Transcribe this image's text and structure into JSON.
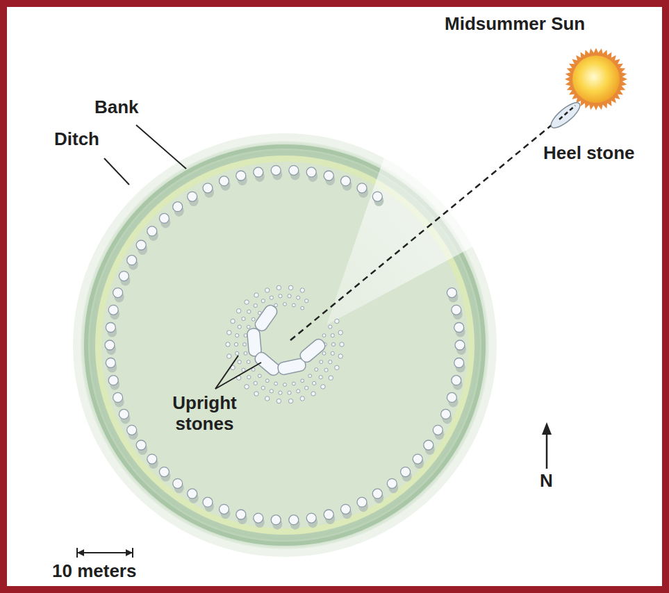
{
  "diagram": {
    "labels": [
      "Midsummer Sun",
      "Bank",
      "Ditch",
      "Heel stone",
      "Upright stones",
      "N",
      "10 meters"
    ]
  }
}
